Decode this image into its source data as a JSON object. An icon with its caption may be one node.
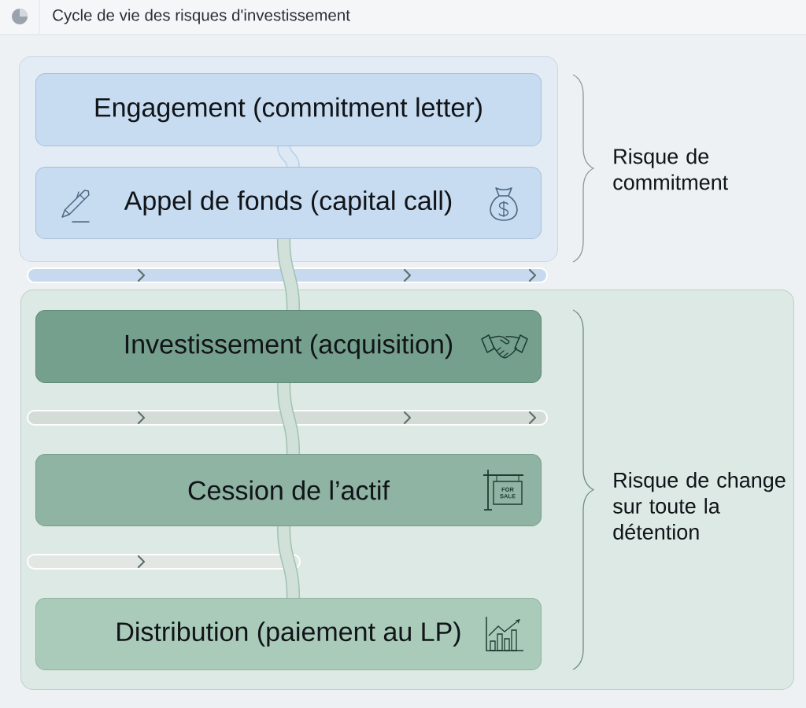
{
  "diagram": {
    "title": "Cycle de vie des risques d'investissement",
    "nodes": [
      {
        "text": [],
        "shape": "box",
        "beside": [
          "Risque de commitment"
        ]
      },
      {
        "text": [
          "Engagement (commitment letter)"
        ],
        "in": 0
      },
      {
        "text": [
          "Appel de fonds (capital call)"
        ],
        "in": 0
      },
      {
        "text": [],
        "shape": "box",
        "beside": [
          "Risque de change sur toute la détention"
        ]
      },
      {
        "text": [
          "Investissement (acquisition)"
        ],
        "in": 3
      },
      {
        "text": [
          "Cession de l’actif"
        ],
        "in": 3
      },
      {
        "text": [
          "Distribution (paiement au LP)"
        ],
        "in": 3
      }
    ],
    "edges": [
      {
        "from": 1,
        "to": 2,
        "arrow": "none",
        "color": "#b9d2ea"
      },
      {
        "from": 2,
        "to": 4,
        "arrow": "none"
      },
      {
        "from": 4,
        "to": 5,
        "arrow": "none"
      },
      {
        "from": 5,
        "to": 6,
        "arrow": "none"
      }
    ],
    "labels": [
      "FOR SALE"
    ]
  }
}
